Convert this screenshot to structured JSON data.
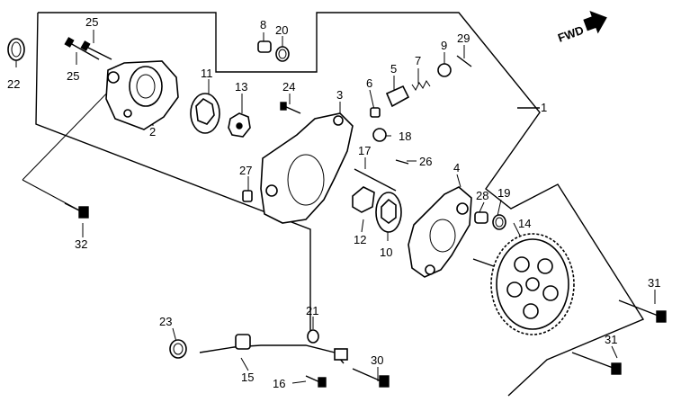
{
  "diagram": {
    "direction_label": "FWD",
    "callouts": [
      "1",
      "2",
      "3",
      "4",
      "5",
      "6",
      "7",
      "8",
      "9",
      "10",
      "11",
      "12",
      "13",
      "14",
      "15",
      "16",
      "17",
      "18",
      "19",
      "20",
      "21",
      "22",
      "23",
      "24",
      "25",
      "25",
      "26",
      "27",
      "28",
      "29",
      "30",
      "31",
      "31",
      "32"
    ]
  }
}
